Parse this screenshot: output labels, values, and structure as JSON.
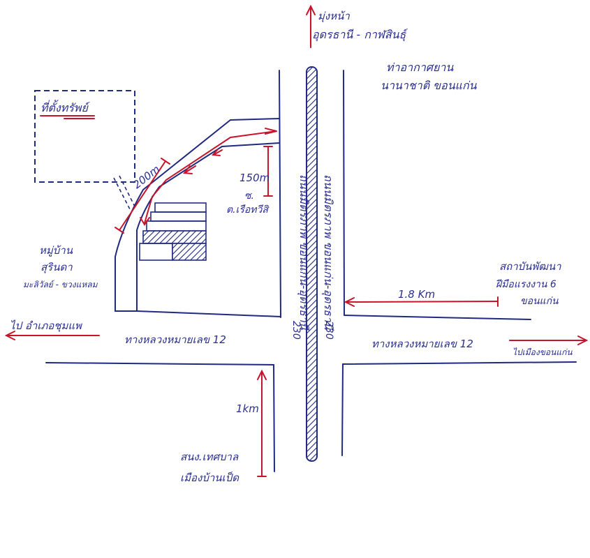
{
  "colors": {
    "ink": "#2a2f8f",
    "red": "#c8142b",
    "paper": "#ffffff"
  },
  "labels": {
    "north_direction_1": "มุ่งหน้า",
    "north_direction_2": "อุดรธานี - กาฬสินธุ์",
    "airport_1": "ท่าอากาศยาน",
    "airport_2": "นานาชาติ ขอนแก่น",
    "property": "ที่ตั้งทรัพย์",
    "dist_200m": "200m",
    "dist_150m": "150m",
    "soi_name_1": "ซ.",
    "soi_name_2": "ต.เรือทวีสิ",
    "road_230_west": "ถนนมิตรภาพ ขอนแก่น-อุดรธานี",
    "road_230_east": "ถนนมิตรภาพ ขอนแก่น-อุดรธานี",
    "road_230_num_west": "230",
    "road_230_num_east": "230",
    "village_1": "หมู่บ้าน",
    "village_2": "สุรินดา",
    "village_3": "มะลิวัลย์ - ขวงแหลม",
    "west_direction": "ไป อำเภอชุมแพ",
    "highway12_west": "ทางหลวงหมายเลข 12",
    "highway12_east": "ทางหลวงหมายเลข 12",
    "east_direction": "ไปเมืองขอนแก่น",
    "dist_18km": "1.8 Km",
    "stadium_1": "สถาบันพัฒนา",
    "stadium_2": "ฝีมือแรงงาน 6",
    "stadium_3": "ขอนแก่น",
    "dist_1km": "1km",
    "south_1": "สนง.เทศบาล",
    "south_2": "เมืองบ้านเป็ด"
  }
}
